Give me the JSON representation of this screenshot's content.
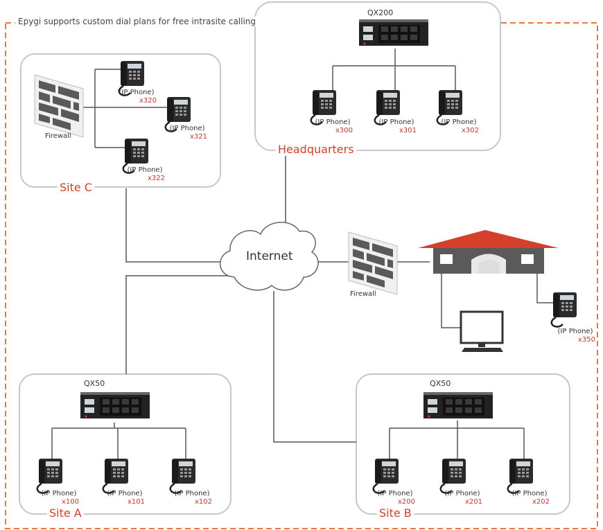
{
  "caption": "Epygi supports custom dial plans for free intrasite calling",
  "internet": "Internet",
  "sites": {
    "hq": {
      "label": "Headquarters",
      "device": "QX200",
      "phones": [
        {
          "label": "(IP Phone)",
          "ext": "x300"
        },
        {
          "label": "(IP Phone)",
          "ext": "x301"
        },
        {
          "label": "(IP Phone)",
          "ext": "x302"
        }
      ]
    },
    "c": {
      "label": "Site C",
      "firewall": "Firewall",
      "phones": [
        {
          "label": "(IP Phone)",
          "ext": "x320"
        },
        {
          "label": "(IP Phone)",
          "ext": "x321"
        },
        {
          "label": "(IP Phone)",
          "ext": "x322"
        }
      ]
    },
    "a": {
      "label": "Site A",
      "device": "QX50",
      "phones": [
        {
          "label": "(IP Phone)",
          "ext": "x100"
        },
        {
          "label": "(IP Phone)",
          "ext": "x101"
        },
        {
          "label": "(IP Phone)",
          "ext": "x102"
        }
      ]
    },
    "b": {
      "label": "Site B",
      "device": "QX50",
      "phones": [
        {
          "label": "(IP Phone)",
          "ext": "x200"
        },
        {
          "label": "(IP Phone)",
          "ext": "x201"
        },
        {
          "label": "(IP Phone)",
          "ext": "x202"
        }
      ]
    },
    "home": {
      "firewall": "Firewall",
      "phone": {
        "label": "(IP Phone)",
        "ext": "x350"
      }
    }
  },
  "colors": {
    "border_dashed": "#e8793a",
    "site_label": "#d0402a",
    "ext": "#c0392b",
    "roof": "#d6402b",
    "line": "#555555"
  }
}
